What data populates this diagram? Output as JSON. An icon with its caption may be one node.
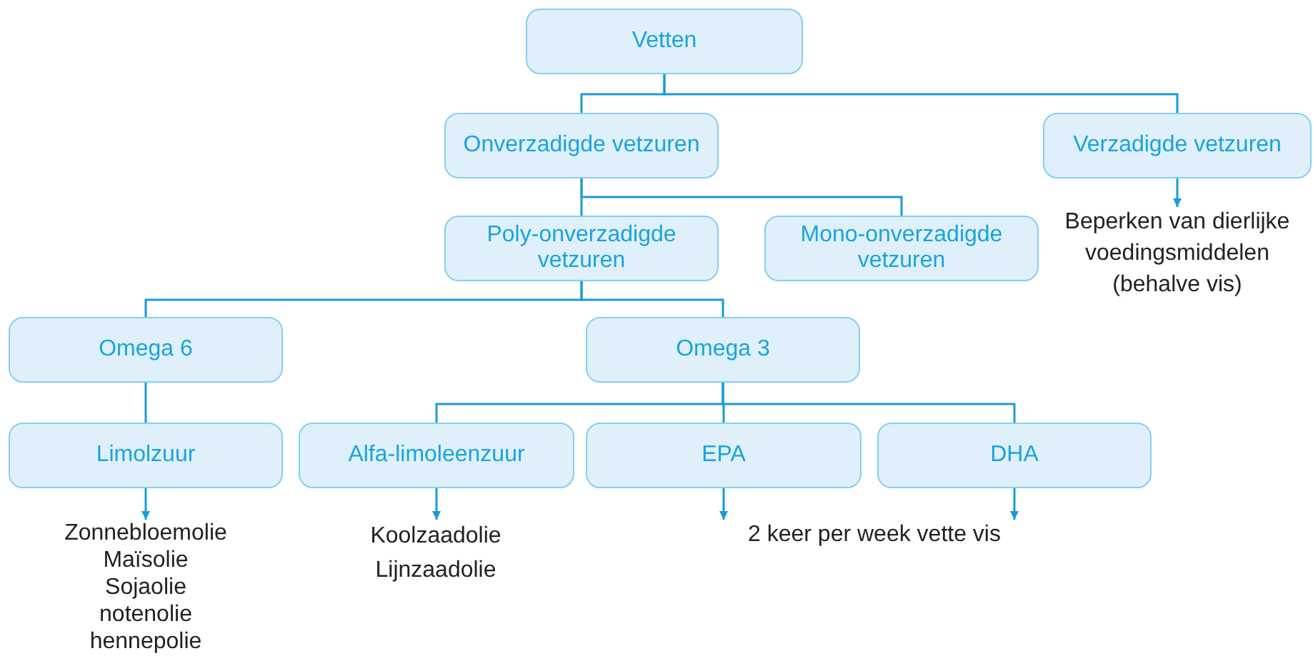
{
  "diagram": {
    "nodes": [
      {
        "text": [
          "Vetten"
        ]
      },
      {
        "text": [
          "Onverzadigde vetzuren"
        ]
      },
      {
        "text": [
          "Verzadigde vetzuren"
        ]
      },
      {
        "text": [
          "Poly-onverzadigde vetzuren"
        ]
      },
      {
        "text": [
          "Mono-onverzadigde vetzuren"
        ]
      },
      {
        "text": [
          "Omega 6"
        ]
      },
      {
        "text": [
          "Omega 3"
        ]
      },
      {
        "text": [
          "Limolzuur"
        ]
      },
      {
        "text": [
          "Alfa-limoleenzuur"
        ]
      },
      {
        "text": [
          "EPA"
        ]
      },
      {
        "text": [
          "DHA"
        ]
      },
      {
        "text": [
          "Beperken van dierlijke voedingsmiddelen (behalve vis)"
        ]
      },
      {
        "text": [
          "Zonnebloemolie",
          "Maïsolie",
          "Sojaolie",
          "notenolie",
          "hennepolie"
        ]
      },
      {
        "text": [
          "Koolzaadolie",
          "Lijnzaadolie"
        ]
      },
      {
        "text": [
          "2 keer per week vette vis"
        ]
      }
    ],
    "edges": [
      {
        "from": 0,
        "to": 1,
        "arrow": "none"
      },
      {
        "from": 0,
        "to": 2,
        "arrow": "none"
      },
      {
        "from": 1,
        "to": 3,
        "arrow": "none"
      },
      {
        "from": 1,
        "to": 4,
        "arrow": "none"
      },
      {
        "from": 3,
        "to": 5,
        "arrow": "none"
      },
      {
        "from": 3,
        "to": 6,
        "arrow": "none"
      },
      {
        "from": 5,
        "to": 7,
        "arrow": "none"
      },
      {
        "from": 6,
        "to": 8,
        "arrow": "none"
      },
      {
        "from": 6,
        "to": 9,
        "arrow": "none"
      },
      {
        "from": 6,
        "to": 10,
        "arrow": "none"
      },
      {
        "from": 2,
        "to": 11,
        "arrow": "to"
      },
      {
        "from": 7,
        "to": 12,
        "arrow": "to"
      },
      {
        "from": 8,
        "to": 13,
        "arrow": "to"
      },
      {
        "from": 9,
        "to": 14,
        "arrow": "to"
      },
      {
        "from": 10,
        "to": 14,
        "arrow": "to"
      }
    ]
  }
}
